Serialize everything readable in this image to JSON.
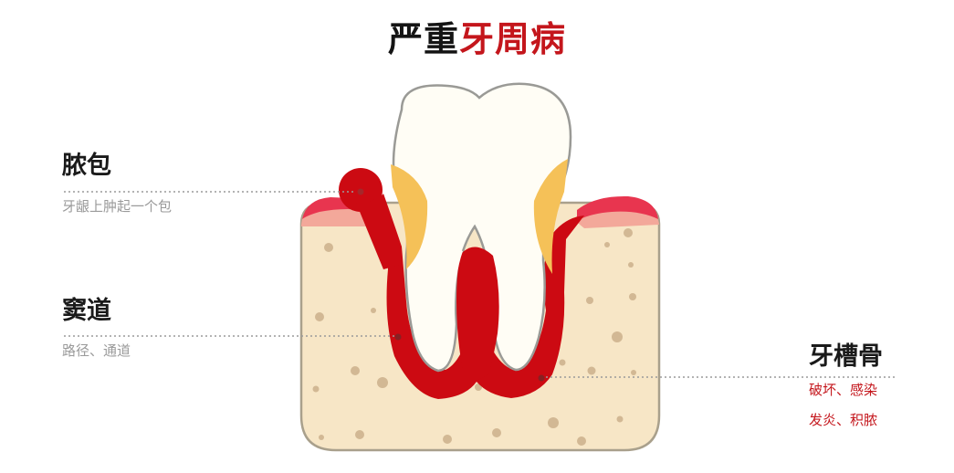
{
  "title": {
    "part1": "严重",
    "part2": "牙周病"
  },
  "colors": {
    "title_black": "#141414",
    "accent_red": "#c4161c",
    "infection_red": "#cc0a12",
    "gum_pink": "#e8354f",
    "bone": "#f7e6c6",
    "tooth": "#fffdf5",
    "tartar": "#f5c158",
    "bone_dots": "#d2b894",
    "subtext_gray": "#9a9a9a"
  },
  "labels": {
    "abscess": {
      "title": "脓包",
      "desc": "牙龈上肿起一个包"
    },
    "sinus": {
      "title": "窦道",
      "desc": "路径、通道"
    },
    "alveolar_bone": {
      "title": "牙槽骨",
      "desc_line1": "破坏、感染",
      "desc_line2": "发炎、积脓"
    }
  }
}
